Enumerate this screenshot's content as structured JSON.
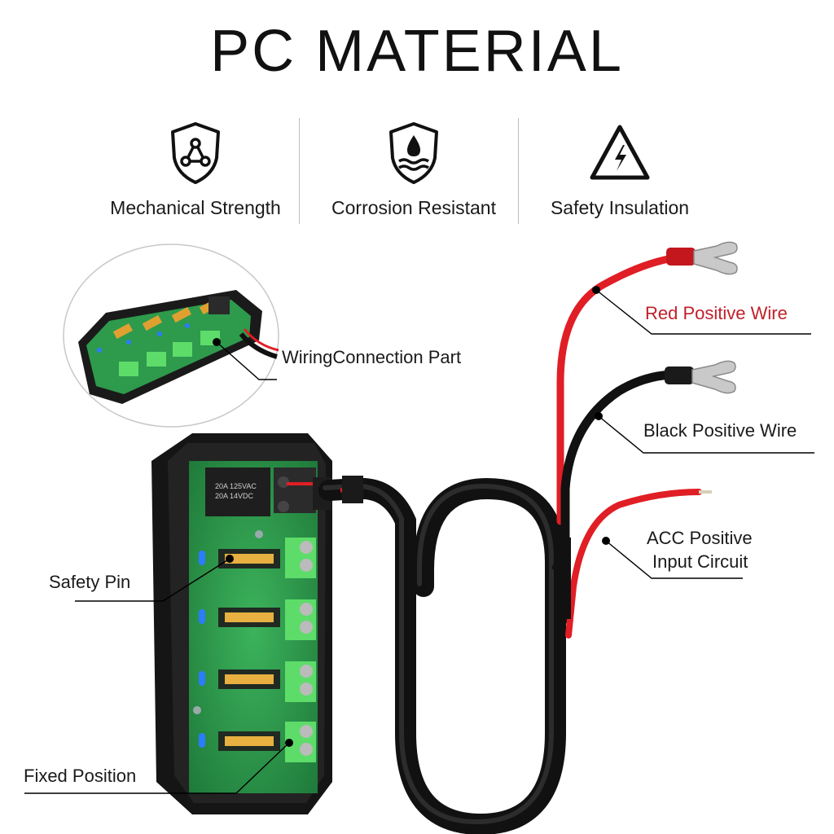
{
  "title": "PC  MATERIAL",
  "features": [
    {
      "label": "Mechanical Strength",
      "icon": "shield-network-icon"
    },
    {
      "label": "Corrosion Resistant",
      "icon": "shield-water-drop-icon"
    },
    {
      "label": "Safety Insulation",
      "icon": "high-voltage-warning-icon"
    }
  ],
  "callouts": {
    "wiring": "WiringConnection Part",
    "red_wire": "Red Positive Wire",
    "black_wire": "Black Positive Wire",
    "acc_line1": "ACC Positive",
    "acc_line2": "Input Circuit",
    "safety_pin": "Safety Pin",
    "fixed_position": "Fixed Position"
  },
  "relay": {
    "line1": "20A  125VAC",
    "line2": "20A    14VDC"
  },
  "colors": {
    "red_wire": "#e01e25",
    "pcb_green": "#2f9a4e",
    "terminal_green": "#5ddc6a",
    "led_blue": "#2b7cff",
    "callout_red": "#c0202a"
  }
}
